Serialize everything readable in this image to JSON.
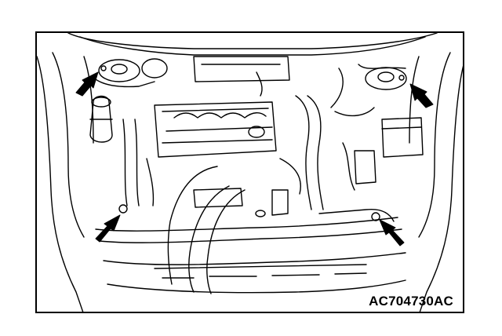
{
  "figure": {
    "code": "AC704730AC",
    "line_color": "#000000",
    "background": "#ffffff",
    "callouts": [
      {
        "id": "front-left-upper",
        "icon": "arrow-icon"
      },
      {
        "id": "front-right-upper",
        "icon": "arrow-icon"
      },
      {
        "id": "front-left-lower",
        "icon": "arrow-icon"
      },
      {
        "id": "front-right-lower",
        "icon": "arrow-icon"
      }
    ]
  }
}
